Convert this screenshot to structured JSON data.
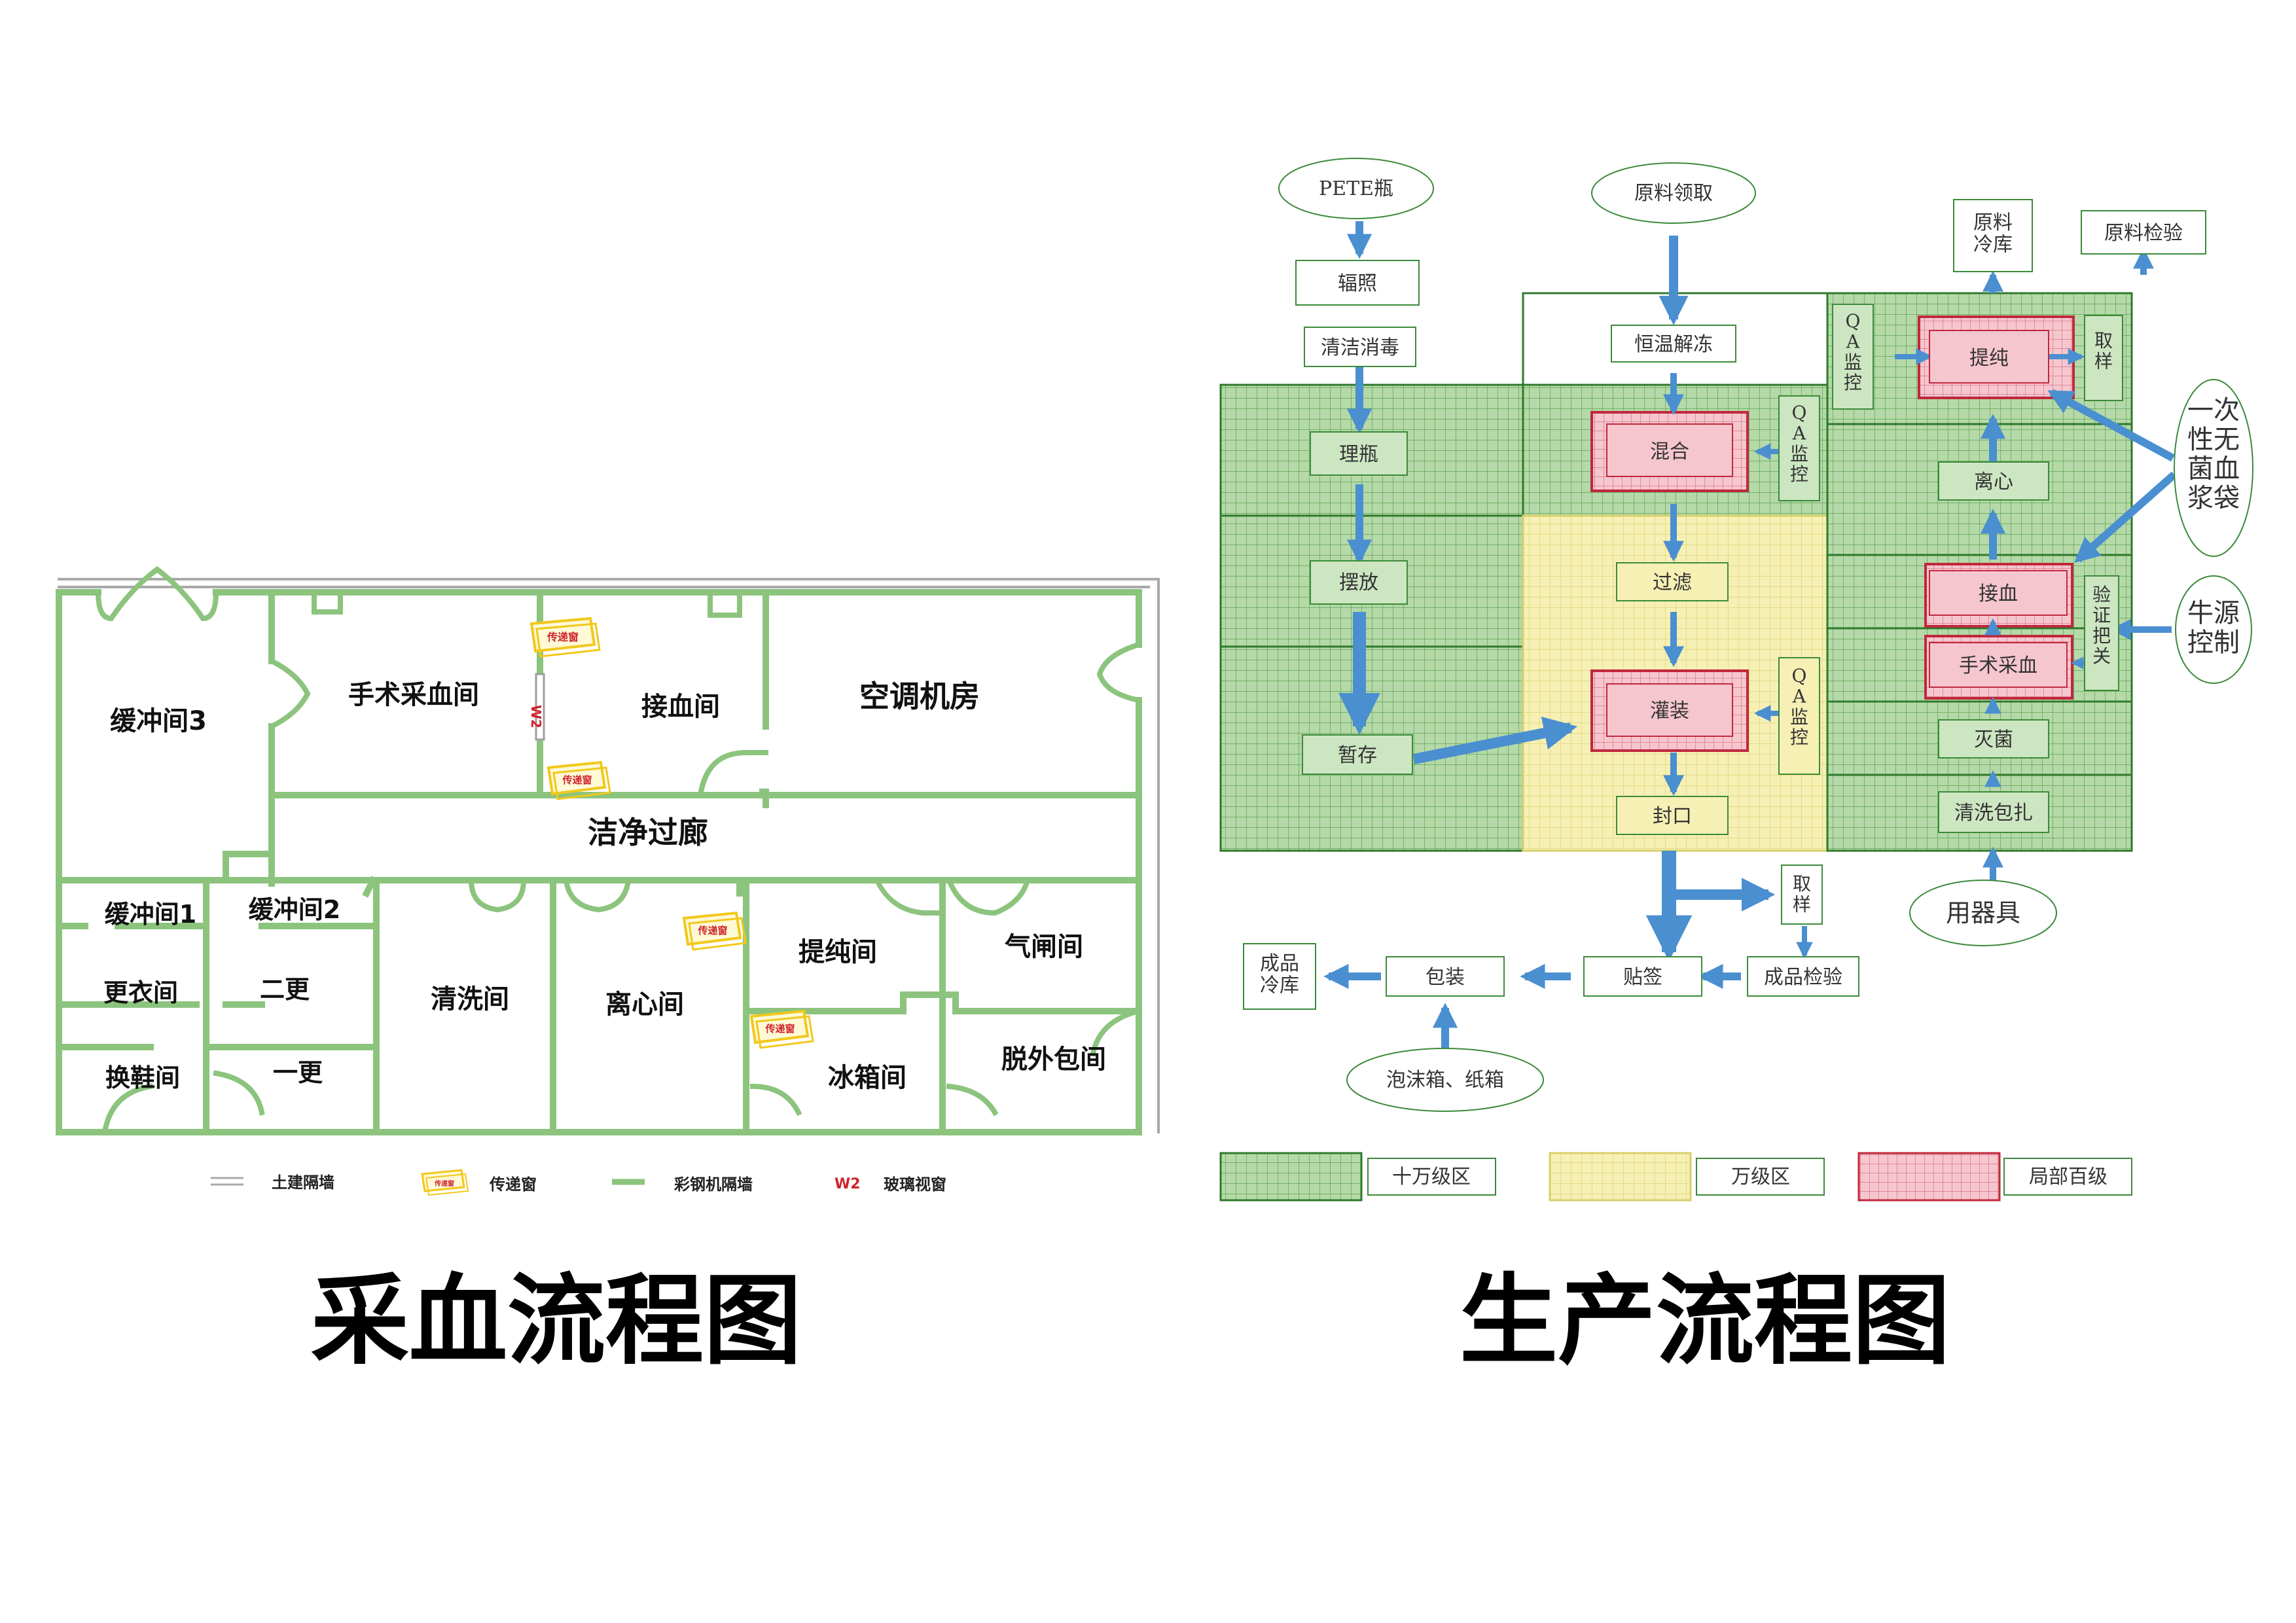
{
  "colors": {
    "wall_green": "#8cc47e",
    "zone_green": "#b5d9a8",
    "zone_green_grid": "#4f9a43",
    "zone_yellow": "#f6f0b5",
    "zone_yellow_grid": "#d8cf6a",
    "zone_red": "#f6c6cf",
    "zone_red_grid": "#c0283c",
    "arrow_blue": "#4a8fd0",
    "box_border_green": "#3c8a3a",
    "pass_window_yellow": "#f2c81b",
    "w2_red": "#d0232a"
  },
  "titles": {
    "left": "采血流程图",
    "right": "生产流程图"
  },
  "floorplan": {
    "rooms": {
      "buffer3": "缓冲间3",
      "surgery": "手术采血间",
      "receive": "接血间",
      "ac": "空调机房",
      "corridor": "洁净过廊",
      "buffer1": "缓冲间1",
      "buffer2": "缓冲间2",
      "wash": "清洗间",
      "centrifuge": "离心间",
      "purify": "提纯间",
      "airlock": "气闸间",
      "changing": "更衣间",
      "second_change": "二更",
      "shoe": "换鞋间",
      "first_change": "一更",
      "fridge": "冰箱间",
      "unpack": "脱外包间"
    },
    "pass_window_label": "传递窗",
    "w2_label": "W2",
    "legend": {
      "civil_wall": "土建隔墙",
      "pass_window": "传递窗",
      "steel_wall": "彩钢机隔墙",
      "w2": "W2",
      "glass_window": "玻璃视窗"
    }
  },
  "flow": {
    "pete": "PETE瓶",
    "irradiate": "辐照",
    "clean": "清洁消毒",
    "arrange": "理瓶",
    "place": "摆放",
    "store": "暂存",
    "material_get": "原料领取",
    "thaw": "恒温解冻",
    "mix": "混合",
    "filter": "过滤",
    "fill": "灌装",
    "seal": "封口",
    "qa1": "QA监控",
    "qa2": "QA监控",
    "qa3": "QA监控",
    "cold_store": "原料冷库",
    "material_check": "原料检验",
    "purify": "提纯",
    "sample1": "取样",
    "centrifuge": "离心",
    "receive_blood": "接血",
    "surgery_blood": "手术采血",
    "verify": "验证把关",
    "sterilize": "灭菌",
    "wash_pack": "清洗包扎",
    "utensils": "用器具",
    "disposable_bag": "一次性无菌血浆袋",
    "cattle_source": "牛源控制",
    "sample2": "取样",
    "finished_cold": "成品冷库",
    "pack": "包装",
    "label": "贴签",
    "finished_check": "成品检验",
    "foam": "泡沫箱、纸箱",
    "legend": {
      "green": "十万级区",
      "yellow": "万级区",
      "red": "局部百级"
    }
  }
}
